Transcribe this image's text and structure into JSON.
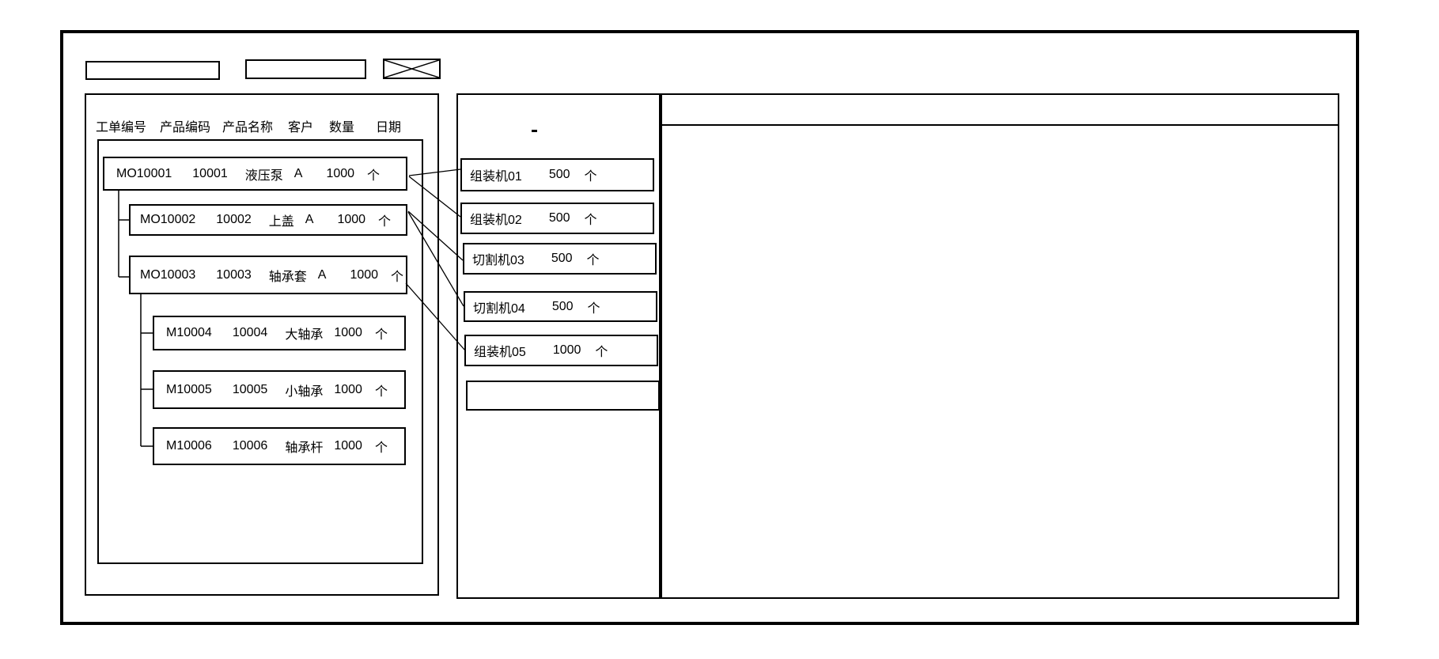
{
  "toolbar": {
    "field_1_value": "",
    "field_2_value": ""
  },
  "left_panel": {
    "headers": [
      "工单编号",
      "产品编码",
      "产品名称",
      "客户",
      "数量",
      "日期"
    ],
    "orders": [
      {
        "order_no": "MO10001",
        "product_code": "10001",
        "product_name": "液压泵",
        "customer": "A",
        "qty": "1000",
        "unit": "个"
      },
      {
        "order_no": "MO10002",
        "product_code": "10002",
        "product_name": "上盖",
        "customer": "A",
        "qty": "1000",
        "unit": "个"
      },
      {
        "order_no": "MO10003",
        "product_code": "10003",
        "product_name": "轴承套",
        "customer": "A",
        "qty": "1000",
        "unit": "个"
      },
      {
        "order_no": "M10004",
        "product_code": "10004",
        "product_name": "大轴承",
        "customer": "",
        "qty": "1000",
        "unit": "个"
      },
      {
        "order_no": "M10005",
        "product_code": "10005",
        "product_name": "小轴承",
        "customer": "",
        "qty": "1000",
        "unit": "个"
      },
      {
        "order_no": "M10006",
        "product_code": "10006",
        "product_name": "轴承杆",
        "customer": "",
        "qty": "1000",
        "unit": "个"
      }
    ]
  },
  "machine_panel": {
    "machines": [
      {
        "name": "组装机01",
        "qty": "500",
        "unit": "个"
      },
      {
        "name": "组装机02",
        "qty": "500",
        "unit": "个"
      },
      {
        "name": "切割机03",
        "qty": "500",
        "unit": "个"
      },
      {
        "name": "切割机04",
        "qty": "500",
        "unit": "个"
      },
      {
        "name": "组装机05",
        "qty": "1000",
        "unit": "个"
      },
      {
        "name": "",
        "qty": "",
        "unit": ""
      }
    ]
  },
  "colors": {
    "line": "#000000",
    "background": "#ffffff"
  }
}
